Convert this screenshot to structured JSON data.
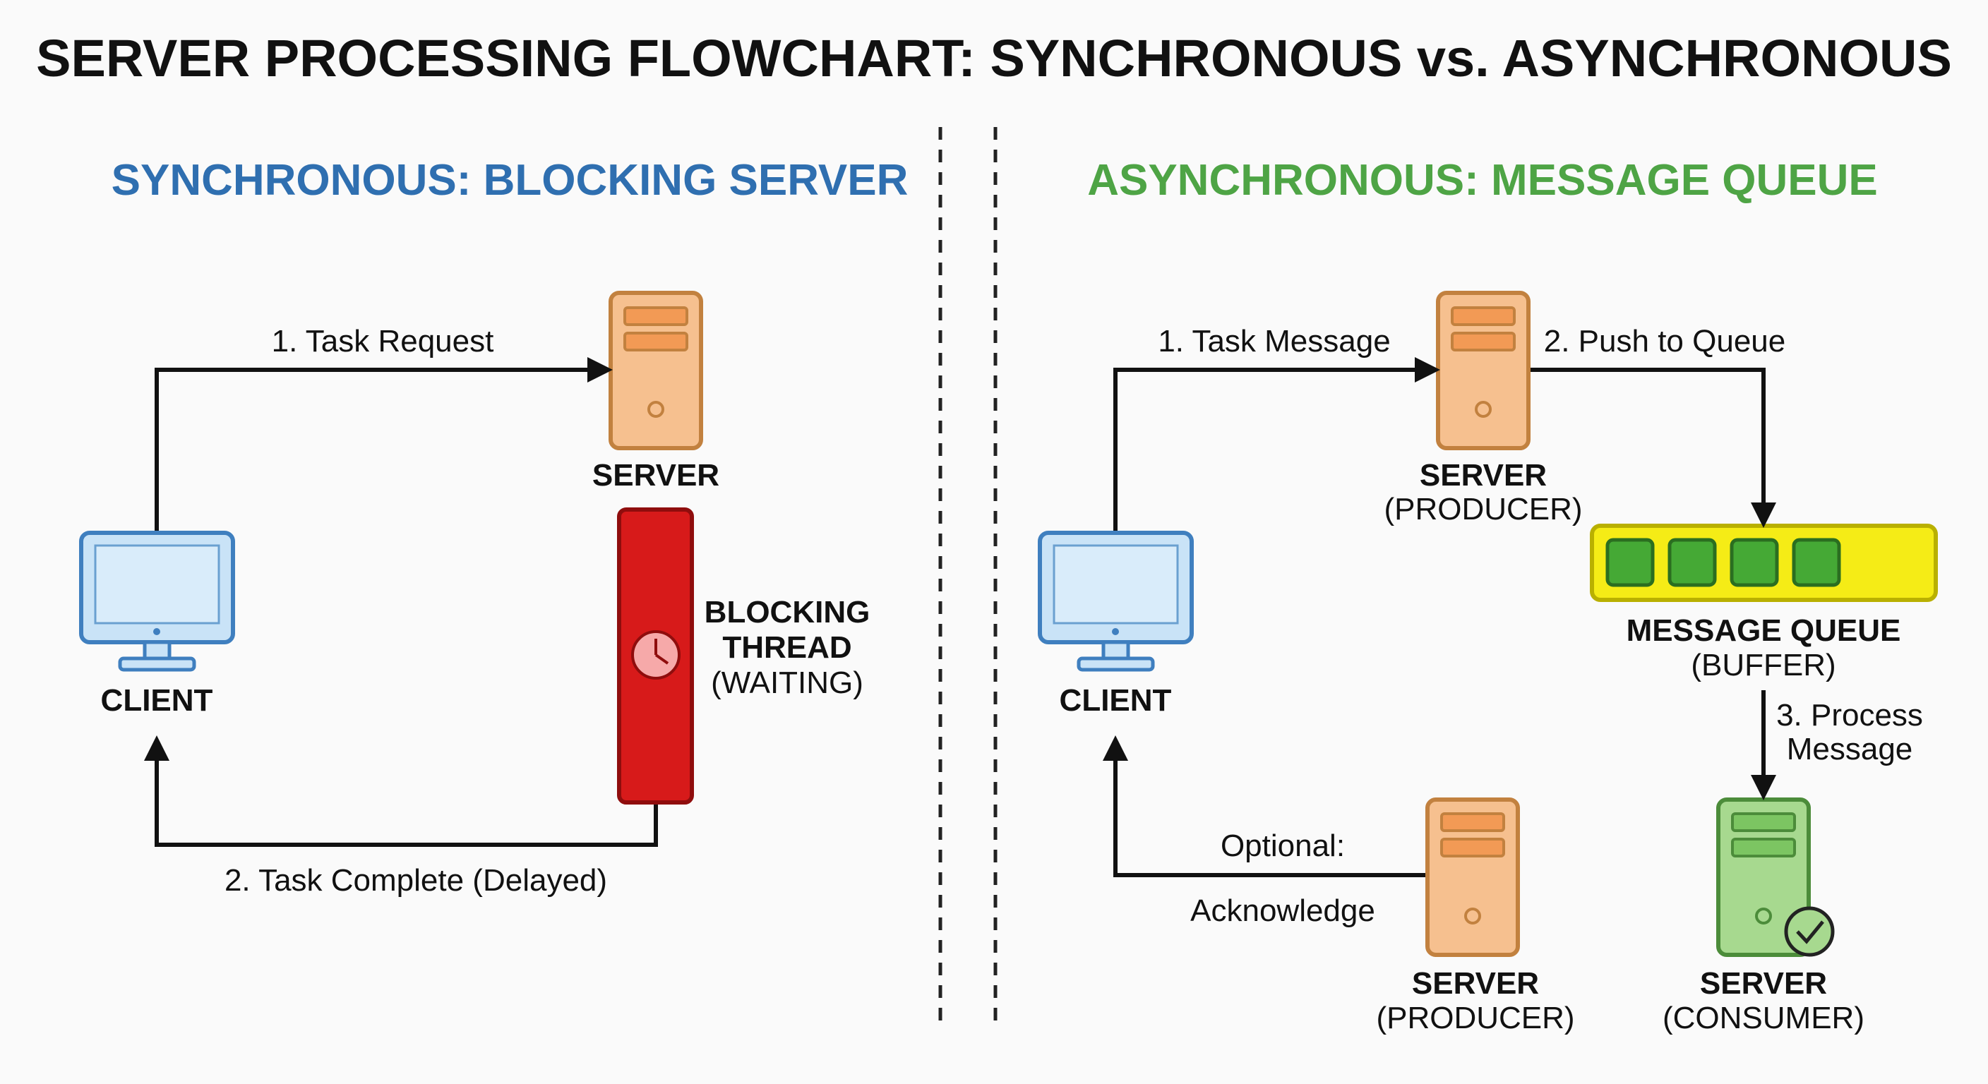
{
  "title": "SERVER PROCESSING FLOWCHART: SYNCHRONOUS vs. ASYNCHRONOUS",
  "sync": {
    "heading": "SYNCHRONOUS: BLOCKING SERVER",
    "heading_color": "#2f6fb0",
    "client_label": "CLIENT",
    "server_label": "SERVER",
    "thread_label_1": "BLOCKING",
    "thread_label_2": "THREAD",
    "thread_label_3": "(WAITING)",
    "edge_request": "1. Task Request",
    "edge_complete": "2. Task Complete (Delayed)",
    "thread_color": "#d71a1a"
  },
  "async": {
    "heading": "ASYNCHRONOUS: MESSAGE QUEUE",
    "heading_color": "#4ea445",
    "client_label": "CLIENT",
    "producer_label_1": "SERVER",
    "producer_label_2": "(PRODUCER)",
    "queue_label_1": "MESSAGE QUEUE",
    "queue_label_2": "(BUFFER)",
    "consumer_label_1": "SERVER",
    "consumer_label_2": "(CONSUMER)",
    "producer2_label_1": "SERVER",
    "producer2_label_2": "(PRODUCER)",
    "edge_message": "1. Task Message",
    "edge_push": "2. Push to Queue",
    "edge_process_1": "3. Process",
    "edge_process_2": "Message",
    "edge_optional_1": "Optional:",
    "edge_optional_2": "Acknowledge",
    "queue_color": "#f5ec16",
    "queue_slot_color": "#45a935"
  },
  "icons": [
    "monitor-icon",
    "server-icon",
    "clock-icon",
    "check-icon"
  ]
}
